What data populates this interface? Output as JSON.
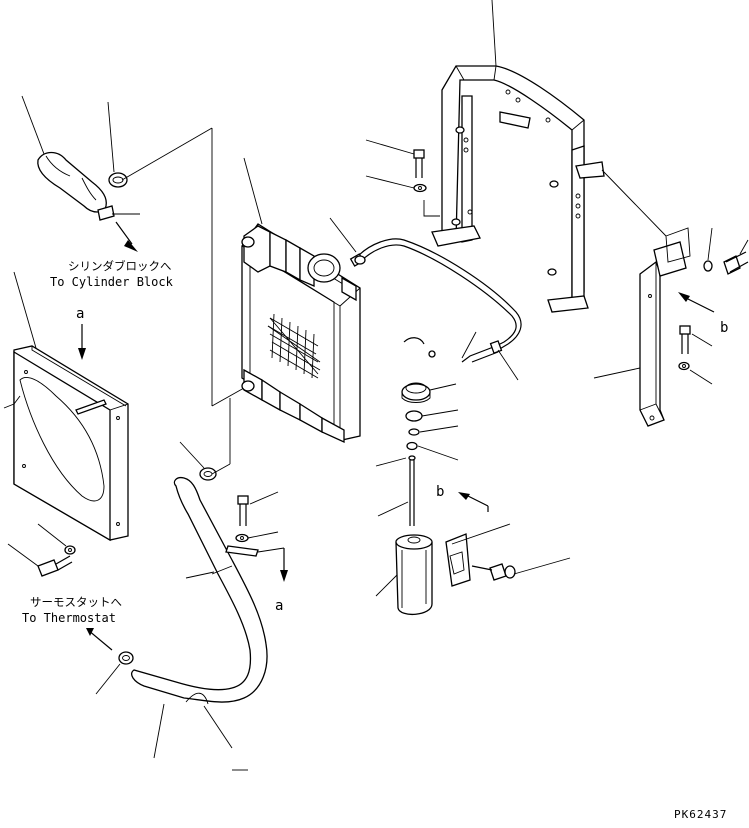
{
  "labels": {
    "to_cylinder_block_jp": "シリンダブロックへ",
    "to_cylinder_block_en": "To Cylinder Block",
    "to_thermostat_jp": "サーモスタットへ",
    "to_thermostat_en": "To Thermostat",
    "ref_a_top": "a",
    "ref_a_bottom": "a",
    "ref_b_right": "b",
    "ref_b_center": "b",
    "drawing_number": "PK62437"
  }
}
